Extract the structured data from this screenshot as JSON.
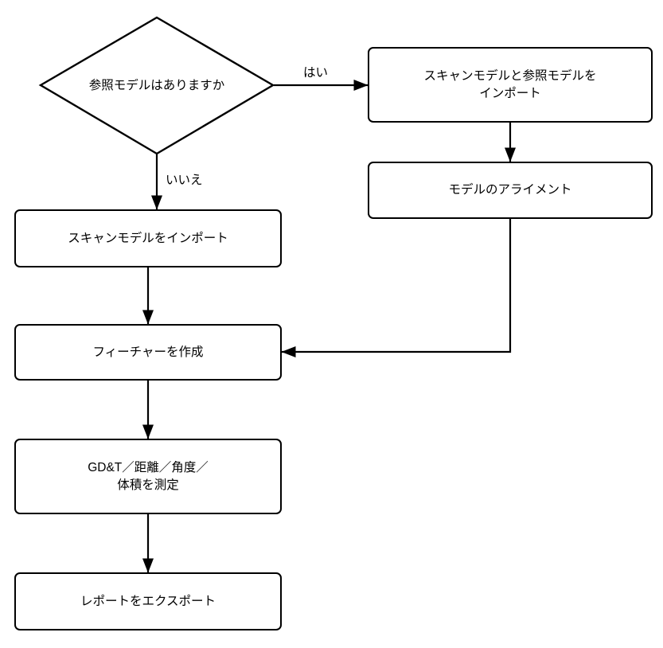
{
  "diagram": {
    "type": "flowchart",
    "colors": {
      "stroke": "#000000",
      "node_fill": "#ffffff",
      "background": "#ffffff"
    },
    "nodes": {
      "decision": {
        "shape": "diamond",
        "label": "参照モデルはありますか"
      },
      "import_both": {
        "shape": "rect",
        "label": "スキャンモデルと参照モデルを\nインポート"
      },
      "alignment": {
        "shape": "rect",
        "label": "モデルのアライメント"
      },
      "import_scan": {
        "shape": "rect",
        "label": "スキャンモデルをインポート"
      },
      "create_features": {
        "shape": "rect",
        "label": "フィーチャーを作成"
      },
      "measure": {
        "shape": "rect",
        "label": "GD&T／距離／角度／\n体積を測定"
      },
      "export_report": {
        "shape": "rect",
        "label": "レポートをエクスポート"
      }
    },
    "edge_labels": {
      "yes": "はい",
      "no": "いいえ"
    },
    "edges": [
      {
        "from": "decision",
        "to": "import_both",
        "label": "はい"
      },
      {
        "from": "decision",
        "to": "import_scan",
        "label": "いいえ"
      },
      {
        "from": "import_both",
        "to": "alignment",
        "label": ""
      },
      {
        "from": "alignment",
        "to": "create_features",
        "label": ""
      },
      {
        "from": "import_scan",
        "to": "create_features",
        "label": ""
      },
      {
        "from": "create_features",
        "to": "measure",
        "label": ""
      },
      {
        "from": "measure",
        "to": "export_report",
        "label": ""
      }
    ]
  }
}
